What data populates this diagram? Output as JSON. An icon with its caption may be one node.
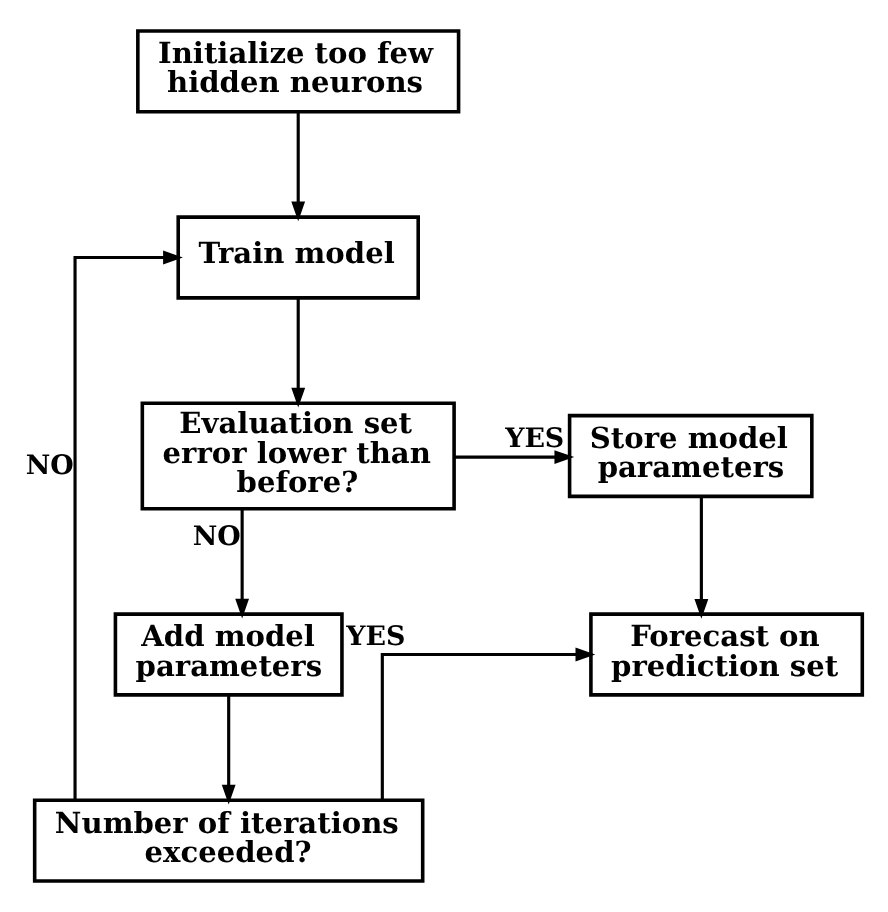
{
  "diagram": {
    "nodes": [
      {
        "text": [
          "Initialize too few hidden neurons"
        ]
      },
      {
        "text": [
          "Train model"
        ]
      },
      {
        "text": [
          "Evaluation set error lower than before?"
        ]
      },
      {
        "text": [
          "Store model parameters"
        ]
      },
      {
        "text": [
          "Add model parameters"
        ]
      },
      {
        "text": [
          "Forecast on prediction set"
        ]
      },
      {
        "text": [
          "Number of iterations exceeded?"
        ]
      }
    ],
    "edges": [
      {
        "from": 0,
        "to": 1,
        "arrow": "to"
      },
      {
        "from": 1,
        "to": 2,
        "arrow": "to"
      },
      {
        "from": 2,
        "to": 3,
        "label": "YES",
        "arrow": "to"
      },
      {
        "from": 2,
        "to": 4,
        "label": "NO",
        "arrow": "to"
      },
      {
        "from": 3,
        "to": 5,
        "arrow": "to"
      },
      {
        "from": 4,
        "to": 6,
        "arrow": "to"
      },
      {
        "from": 6,
        "to": 1,
        "label": "NO",
        "arrow": "to"
      },
      {
        "from": 6,
        "to": 5,
        "label": "YES",
        "arrow": "to"
      }
    ]
  }
}
